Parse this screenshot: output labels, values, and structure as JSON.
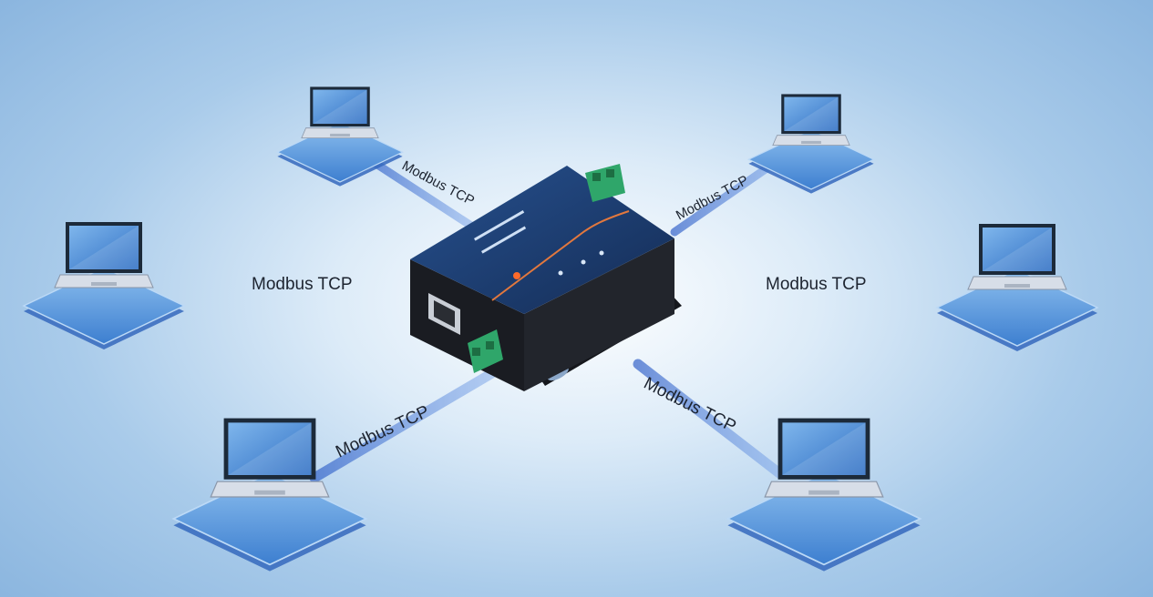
{
  "diagram": {
    "center_device": {
      "name": "ethernet-gateway",
      "icon": "modbus-gateway-icon"
    },
    "nodes": [
      {
        "id": "laptop-top-left",
        "icon": "laptop-icon",
        "link_label": "Modbus TCP"
      },
      {
        "id": "laptop-top-right",
        "icon": "laptop-icon",
        "link_label": "Modbus TCP"
      },
      {
        "id": "laptop-mid-left",
        "icon": "laptop-icon",
        "link_label": "Modbus TCP"
      },
      {
        "id": "laptop-mid-right",
        "icon": "laptop-icon",
        "link_label": "Modbus TCP"
      },
      {
        "id": "laptop-bottom-left",
        "icon": "laptop-icon",
        "link_label": "Modbus TCP"
      },
      {
        "id": "laptop-bottom-right",
        "icon": "laptop-icon",
        "link_label": "Modbus TCP"
      }
    ],
    "colors": {
      "background": "#a9cbea",
      "platform": "#4e8fd6",
      "link": "#3d6fd0",
      "device_body": "#1e3e72",
      "terminal_green": "#2fa66a",
      "accent_orange": "#e2783e"
    }
  }
}
